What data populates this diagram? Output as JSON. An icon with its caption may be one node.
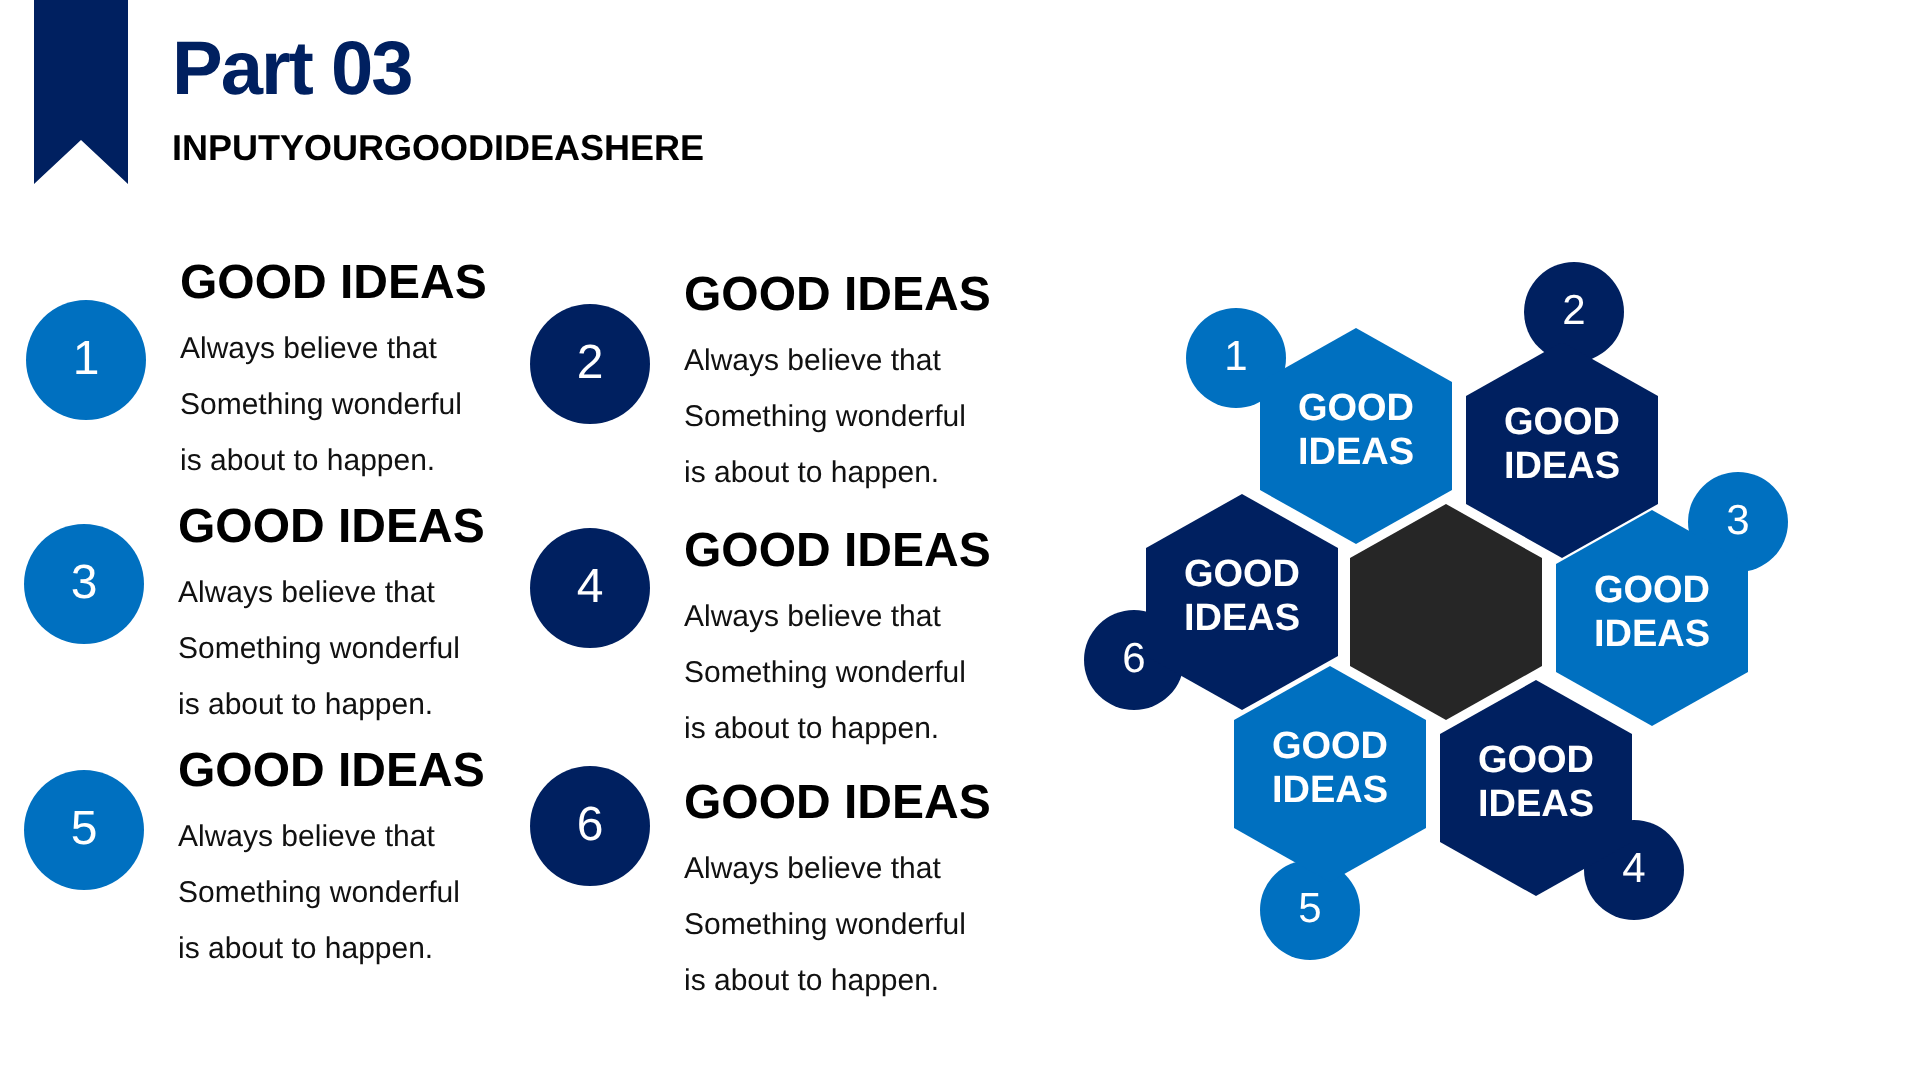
{
  "diagram": {
    "title": "Part 03",
    "labels": [
      "INPUTYOURGOODIDEASHERE"
    ],
    "nodes": [
      {
        "text": [],
        "shape": "bookmark"
      },
      {
        "text": [
          "1"
        ],
        "beside": [
          "GOOD IDEAS",
          "Always believe that Something wonderful is about to happen."
        ]
      },
      {
        "text": [
          "2"
        ],
        "beside": [
          "GOOD IDEAS",
          "Always believe that Something wonderful is about to happen."
        ]
      },
      {
        "text": [
          "3"
        ],
        "beside": [
          "GOOD IDEAS",
          "Always believe that Something wonderful is about to happen."
        ]
      },
      {
        "text": [
          "4"
        ],
        "beside": [
          "GOOD IDEAS",
          "Always believe that Something wonderful is about to happen."
        ]
      },
      {
        "text": [
          "5"
        ],
        "beside": [
          "GOOD IDEAS",
          "Always believe that Something wonderful is about to happen."
        ]
      },
      {
        "text": [
          "6"
        ],
        "beside": [
          "GOOD IDEAS",
          "Always believe that Something wonderful is about to happen."
        ]
      },
      {
        "text": [
          "1"
        ]
      },
      {
        "text": [
          "GOOD IDEAS"
        ]
      },
      {
        "text": [
          "2"
        ]
      },
      {
        "text": [
          "GOOD IDEAS"
        ]
      },
      {
        "text": [
          "3"
        ]
      },
      {
        "text": [
          "GOOD IDEAS"
        ]
      },
      {
        "text": [
          "4"
        ]
      },
      {
        "text": [
          "GOOD IDEAS"
        ]
      },
      {
        "text": [
          "5"
        ]
      },
      {
        "text": [
          "GOOD IDEAS"
        ]
      },
      {
        "text": [
          "6"
        ]
      },
      {
        "text": [
          "GOOD IDEAS"
        ]
      },
      {
        "text": [],
        "shape": "hexagon"
      }
    ],
    "edges": []
  }
}
